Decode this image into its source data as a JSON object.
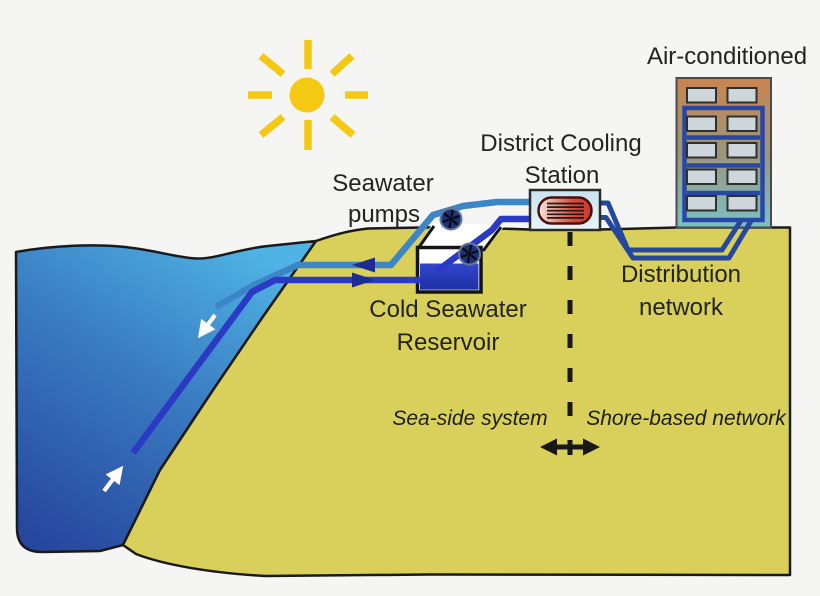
{
  "title": "Seawater district cooling system diagram",
  "labels": {
    "air_conditioned": "Air-conditioned",
    "district_cooling_1": "District Cooling",
    "district_cooling_2": "Station",
    "seawater_pumps_1": "Seawater",
    "seawater_pumps_2": "pumps",
    "reservoir_1": "Cold Seawater",
    "reservoir_2": "Reservoir",
    "distribution_1": "Distribution",
    "distribution_2": "network",
    "sea_side": "Sea-side system",
    "shore_based": "Shore-based network"
  },
  "colors": {
    "background": "#f5f5f3",
    "outline": "#1a1a1a",
    "land": "#D8D05A",
    "sea_top": "#4FB3E4",
    "sea_mid": "#3A7CC2",
    "sea_bottom": "#27479E",
    "pipe_supply_light": "#3C85C6",
    "pipe_intake_dark": "#2B3AC4",
    "pipe_distribution": "#26479E",
    "flow_arrow_navy": "#1B2C94",
    "sun": "#F5C813",
    "reservoir_water_top": "#3347CE",
    "reservoir_water_bottom": "#1D2FA3",
    "building_top": "#C9854F",
    "building_bottom": "#78C1C8",
    "window": "#CDD6DA",
    "station_fill": "#C9E3EE",
    "heat_exchanger_red": "#DC4A3A",
    "text": "#232323",
    "white_arrow": "#ffffff"
  },
  "icons": {
    "sun": "sun-icon",
    "pump": "fan-pump-icon",
    "heat_exchanger": "heat-exchanger-icon",
    "flow_left": "flow-arrow-left",
    "flow_right": "flow-arrow-right",
    "discharge": "white-arrow-down-left",
    "intake": "white-arrow-up-right",
    "boundary": "double-headed-arrow",
    "boundary_line": "dashed-divider-line"
  }
}
